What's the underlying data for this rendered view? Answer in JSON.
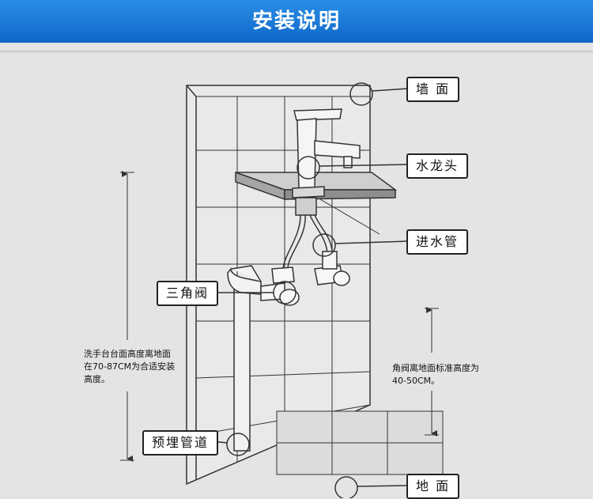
{
  "header": {
    "title": "安装说明"
  },
  "labels": {
    "wall": "墙 面",
    "faucet": "水龙头",
    "inlet_pipe": "进水管",
    "angle_valve": "三角阀",
    "embedded_pipe": "预埋管道",
    "floor": "地 面"
  },
  "notes": {
    "basin_height": [
      "洗手台台面高度离地面",
      "在70-87CM为合适安装",
      "高度。"
    ],
    "valve_height": [
      "角阀离地面标准高度为",
      "40-50CM。"
    ]
  },
  "colors": {
    "header": "#1878d8",
    "background": "#e4e4e4",
    "line": "#333333"
  }
}
